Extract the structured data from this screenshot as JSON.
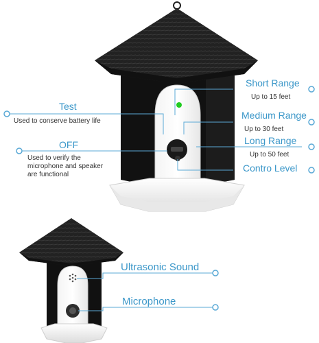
{
  "colors": {
    "accent": "#3b97c9",
    "line": "#5aa9d6",
    "roof": "#1f1f1f",
    "body": "#111111",
    "panel": "#ffffff",
    "led": "#22cc22"
  },
  "top_device": {
    "short_range": {
      "title": "Short Range",
      "desc": "Up to 15 feet"
    },
    "medium_range": {
      "title": "Medium Range",
      "desc": "Up to 30 feet"
    },
    "long_range": {
      "title": "Long Range",
      "desc": "Up to 50 feet"
    },
    "control_level": {
      "title": "Contro Level"
    },
    "test": {
      "title": "Test",
      "desc": "Used to conserve battery life"
    },
    "off": {
      "title": "OFF",
      "desc": "Used to verify the microphone and speaker are functional"
    }
  },
  "bottom_device": {
    "ultrasonic": {
      "title": "Ultrasonic Sound"
    },
    "microphone": {
      "title": "Microphone"
    }
  }
}
